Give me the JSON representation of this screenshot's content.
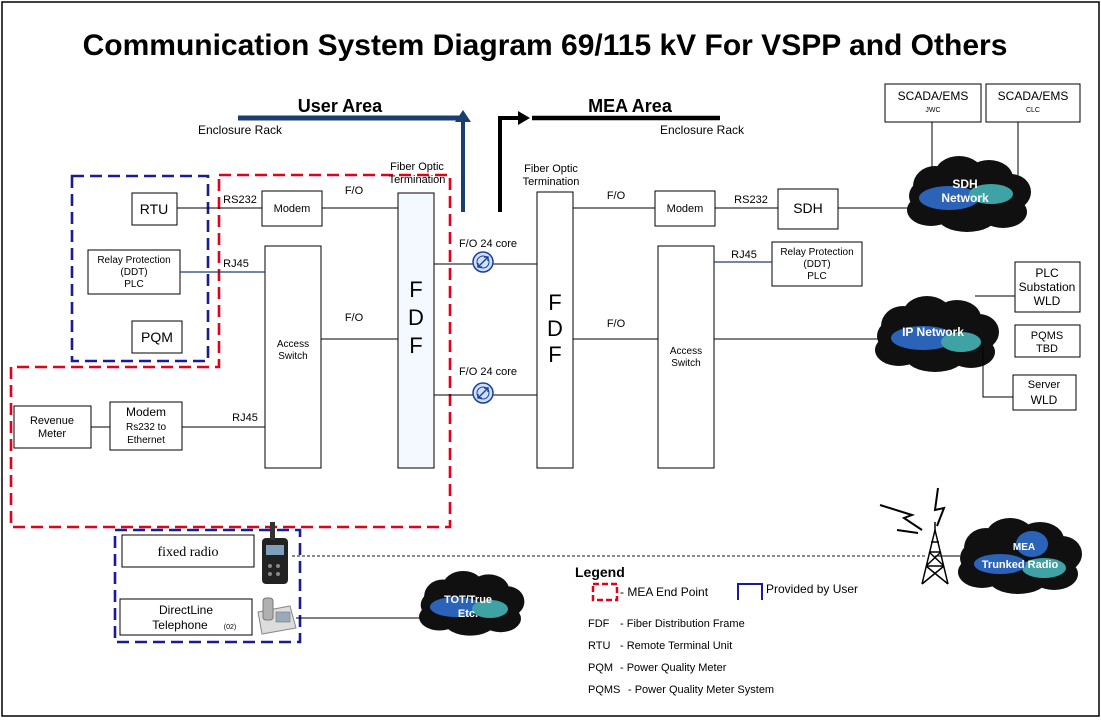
{
  "title": "Communication System Diagram 69/115 kV For VSPP and Others",
  "areas": {
    "user": {
      "label": "User Area",
      "rack": "Enclosure Rack"
    },
    "mea": {
      "label": "MEA Area",
      "rack": "Enclosure Rack"
    }
  },
  "user_side": {
    "rtu": "RTU",
    "relay_line1": "Relay Protection",
    "relay_line2": "(DDT)",
    "relay_line3": "PLC",
    "pqm": "PQM",
    "modem": "Modem",
    "access_switch_line1": "Access",
    "access_switch_line2": "Switch",
    "fot_line1": "Fiber Optic",
    "fot_line2": "Termination",
    "fdf": [
      "F",
      "D",
      "F"
    ],
    "revenue_line1": "Revenue",
    "revenue_line2": "Meter",
    "modem2_line1": "Modem",
    "modem2_line2": "Rs232 to",
    "modem2_line3": "Ethernet",
    "conn": {
      "rs232": "RS232",
      "fo_modem": "F/O",
      "rj45_relay": "RJ45",
      "fo_switch": "F/O",
      "rj45_revenue": "RJ45"
    }
  },
  "cores": {
    "top": "F/O 24 core",
    "bottom": "F/O 24 core"
  },
  "mea_side": {
    "fot_line1": "Fiber Optic",
    "fot_line2": "Termination",
    "fdf": [
      "F",
      "D",
      "F"
    ],
    "modem": "Modem",
    "sdh": "SDH",
    "access_switch_line1": "Access",
    "access_switch_line2": "Switch",
    "relay_line1": "Relay Protection",
    "relay_line2": "(DDT)",
    "relay_line3": "PLC",
    "conn": {
      "fo_modem": "F/O",
      "rs232": "RS232",
      "rj45": "RJ45",
      "fo_switch": "F/O"
    }
  },
  "scada": [
    {
      "label": "SCADA/EMS",
      "sub": "JWC"
    },
    {
      "label": "SCADA/EMS",
      "sub": "CLC"
    }
  ],
  "clouds": {
    "sdh_line1": "SDH",
    "sdh_line2": "Network",
    "ip": "IP Network",
    "mea_line1": "MEA",
    "mea_line2": "Trunked Radio",
    "tot_line1": "TOT/True",
    "tot_line2": "Etc."
  },
  "right_boxes": {
    "plc_line1": "PLC",
    "plc_line2": "Substation",
    "plc_line3": "WLD",
    "pqms_line1": "PQMS",
    "pqms_line2": "TBD",
    "server_line1": "Server",
    "server_line2": "WLD"
  },
  "radio": {
    "fixed": "fixed radio",
    "direct_line1": "DirectLine",
    "direct_line2": "Telephone",
    "direct_sub": "(02)"
  },
  "legend": {
    "title": "Legend",
    "mea_end_point": "-  MEA End Point",
    "provided_by_user": "Provided by User",
    "items": [
      {
        "abbr": "FDF",
        "desc": "-  Fiber Distribution Frame"
      },
      {
        "abbr": "RTU",
        "desc": "-  Remote Terminal Unit"
      },
      {
        "abbr": "PQM",
        "desc": "-  Power Quality Meter"
      },
      {
        "abbr": "PQMS",
        "desc": "-  Power Quality Meter System"
      }
    ]
  },
  "colors": {
    "red_dash": "#e3001b",
    "blue_dash": "#1a1a9c",
    "cloud_dark": "#101010",
    "cloud_blue": "#2b63b8",
    "cloud_teal": "#3fa3a6",
    "user_arrow": "#1a3f6e"
  },
  "icons": [
    "handheld-radio-icon",
    "desk-telephone-icon",
    "radio-tower-icon",
    "lightning-icon",
    "fiber-coupler-icon"
  ]
}
